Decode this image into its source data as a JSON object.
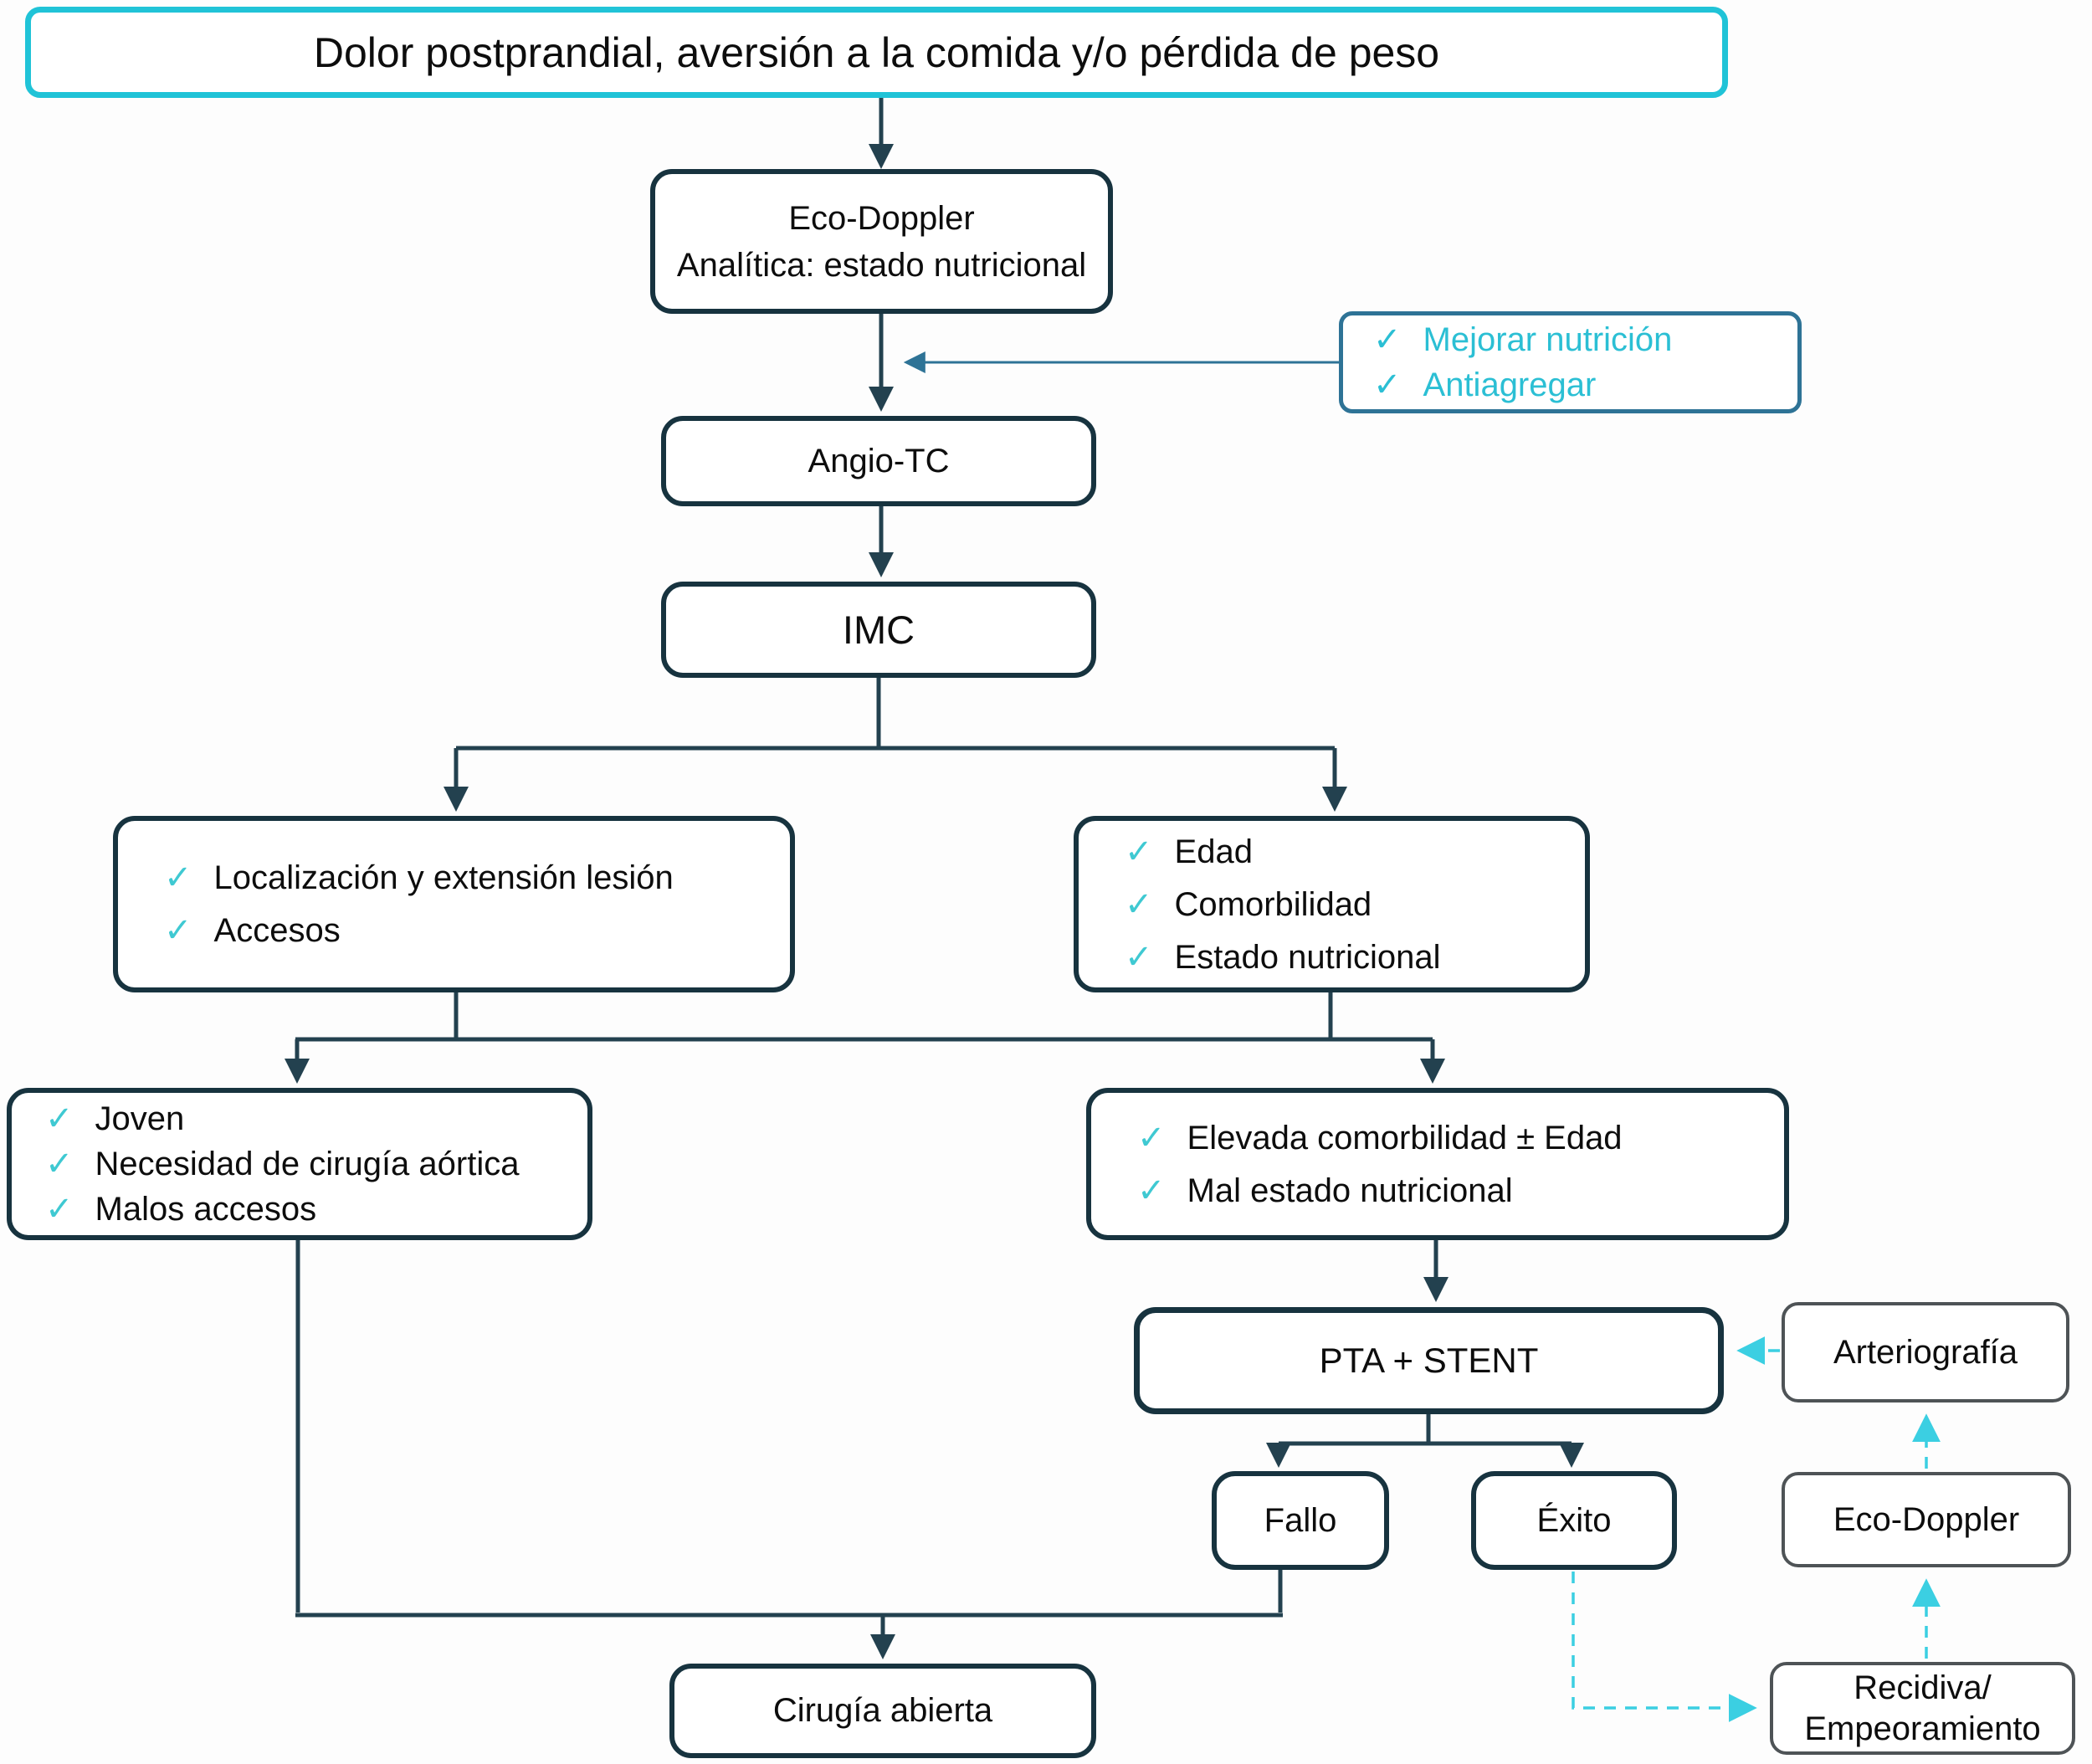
{
  "colors": {
    "flow": "#23414f",
    "box_border": "#17333f",
    "cyan_border": "#20c3d7",
    "cyan_text": "#2bbfd4",
    "cyan_arrow": "#3bcfe2",
    "steel": "#2e7396",
    "gray_border": "#4e5356",
    "check": "#3fc9d2",
    "text": "#0d0d0d",
    "bg": "#fdfdfd"
  },
  "ui": {
    "check_glyph": "✓"
  },
  "nodes": {
    "title": {
      "text": "Dolor postprandial, aversión a la comida y/o pérdida de peso"
    },
    "eco_doppler_top": {
      "line1": "Eco-Doppler",
      "line2": "Analítica: estado nutricional"
    },
    "mejorar": {
      "items": [
        "Mejorar nutrición",
        "Antiagregar"
      ]
    },
    "angio_tc": {
      "text": "Angio-TC"
    },
    "imc": {
      "text": "IMC"
    },
    "localizacion": {
      "items": [
        "Localización y extensión lesión",
        "Accesos"
      ]
    },
    "edad": {
      "items": [
        "Edad",
        "Comorbilidad",
        "Estado nutricional"
      ]
    },
    "joven": {
      "items": [
        "Joven",
        "Necesidad de cirugía aórtica",
        "Malos accesos"
      ]
    },
    "elevada": {
      "items": [
        "Elevada comorbilidad ± Edad",
        "Mal estado nutricional"
      ]
    },
    "pta_stent": {
      "text": "PTA + STENT"
    },
    "fallo": {
      "text": "Fallo"
    },
    "exito": {
      "text": "Éxito"
    },
    "cirugia_abierta": {
      "text": "Cirugía abierta"
    },
    "arteriografia": {
      "text": "Arteriografía"
    },
    "eco_doppler_right": {
      "text": "Eco-Doppler"
    },
    "recidiva": {
      "line1": "Recidiva/",
      "line2": "Empeoramiento"
    }
  }
}
